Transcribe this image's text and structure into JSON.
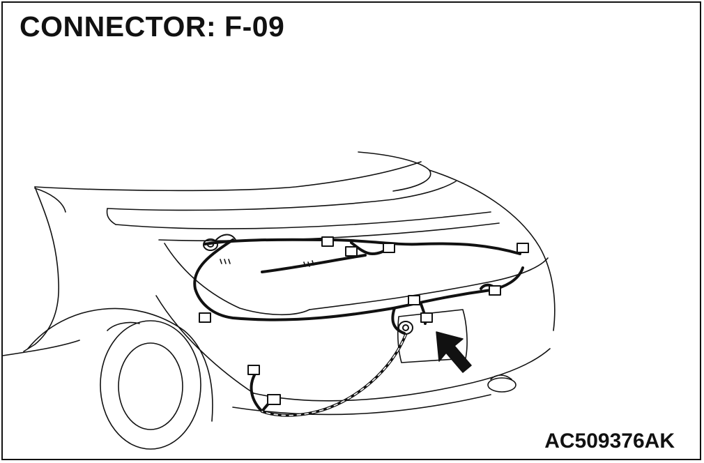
{
  "diagram": {
    "title": "CONNECTOR: F-09",
    "figure_code": "AC509376AK",
    "colors": {
      "line": "#111111",
      "background": "#ffffff"
    },
    "subject": "vehicle-rear-wiring-harness",
    "indicator": "arrow-icon"
  }
}
